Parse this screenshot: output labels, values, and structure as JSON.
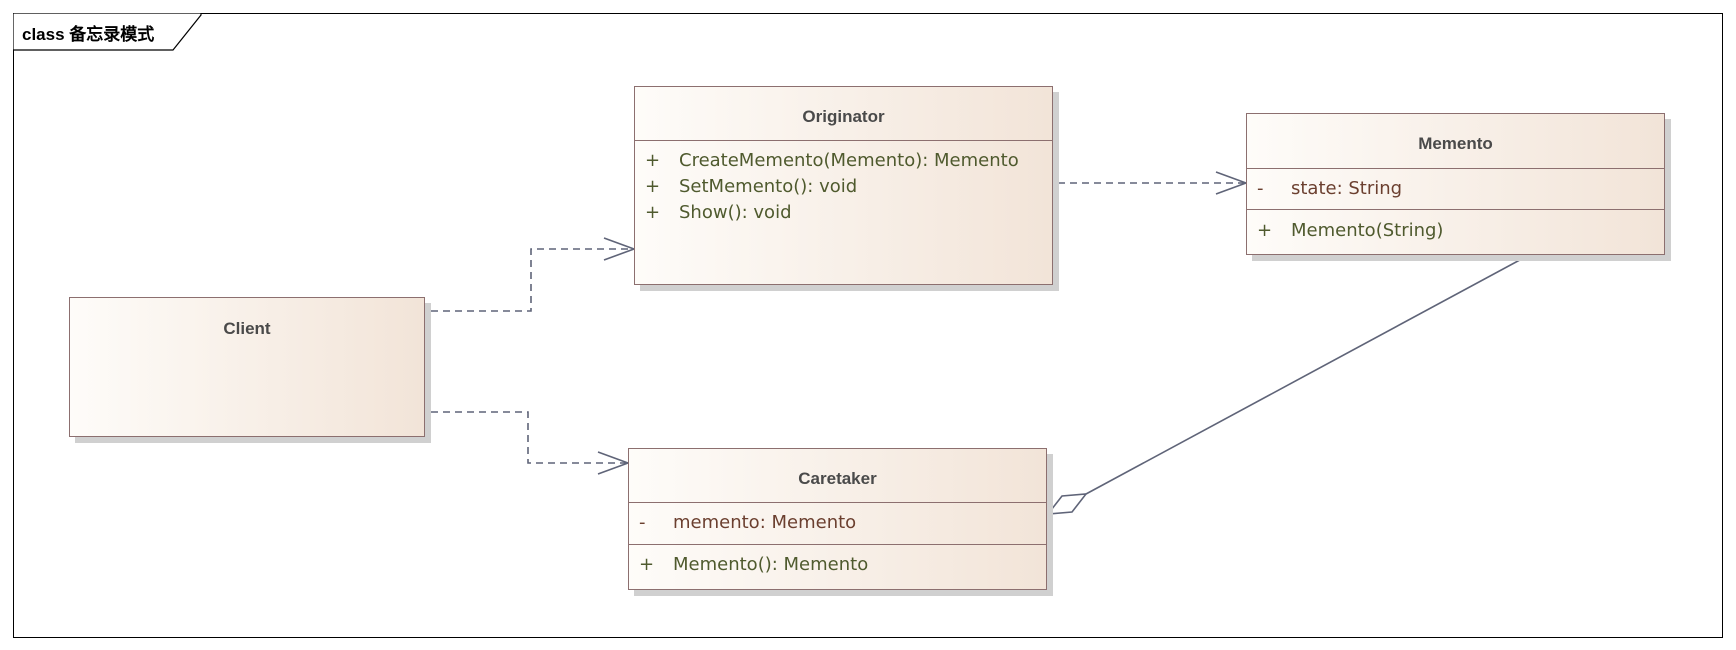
{
  "diagram": {
    "frame_label": "class 备忘录模式"
  },
  "classes": {
    "originator": {
      "name": "Originator",
      "operations": [
        {
          "vis": "+",
          "text": "CreateMemento(Memento): Memento"
        },
        {
          "vis": "+",
          "text": "SetMemento(): void"
        },
        {
          "vis": "+",
          "text": "Show(): void"
        }
      ]
    },
    "memento": {
      "name": "Memento",
      "attributes": [
        {
          "vis": "-",
          "text": "state: String"
        }
      ],
      "operations": [
        {
          "vis": "+",
          "text": "Memento(String)"
        }
      ]
    },
    "client": {
      "name": "Client"
    },
    "caretaker": {
      "name": "Caretaker",
      "attributes": [
        {
          "vis": "-",
          "text": "memento: Memento"
        }
      ],
      "operations": [
        {
          "vis": "+",
          "text": "Memento(): Memento"
        }
      ]
    }
  },
  "colors": {
    "border": "#8c6f6f",
    "connector": "#5f6478",
    "operation_text": "#4f5a2e",
    "attribute_text": "#6b3f2f"
  }
}
